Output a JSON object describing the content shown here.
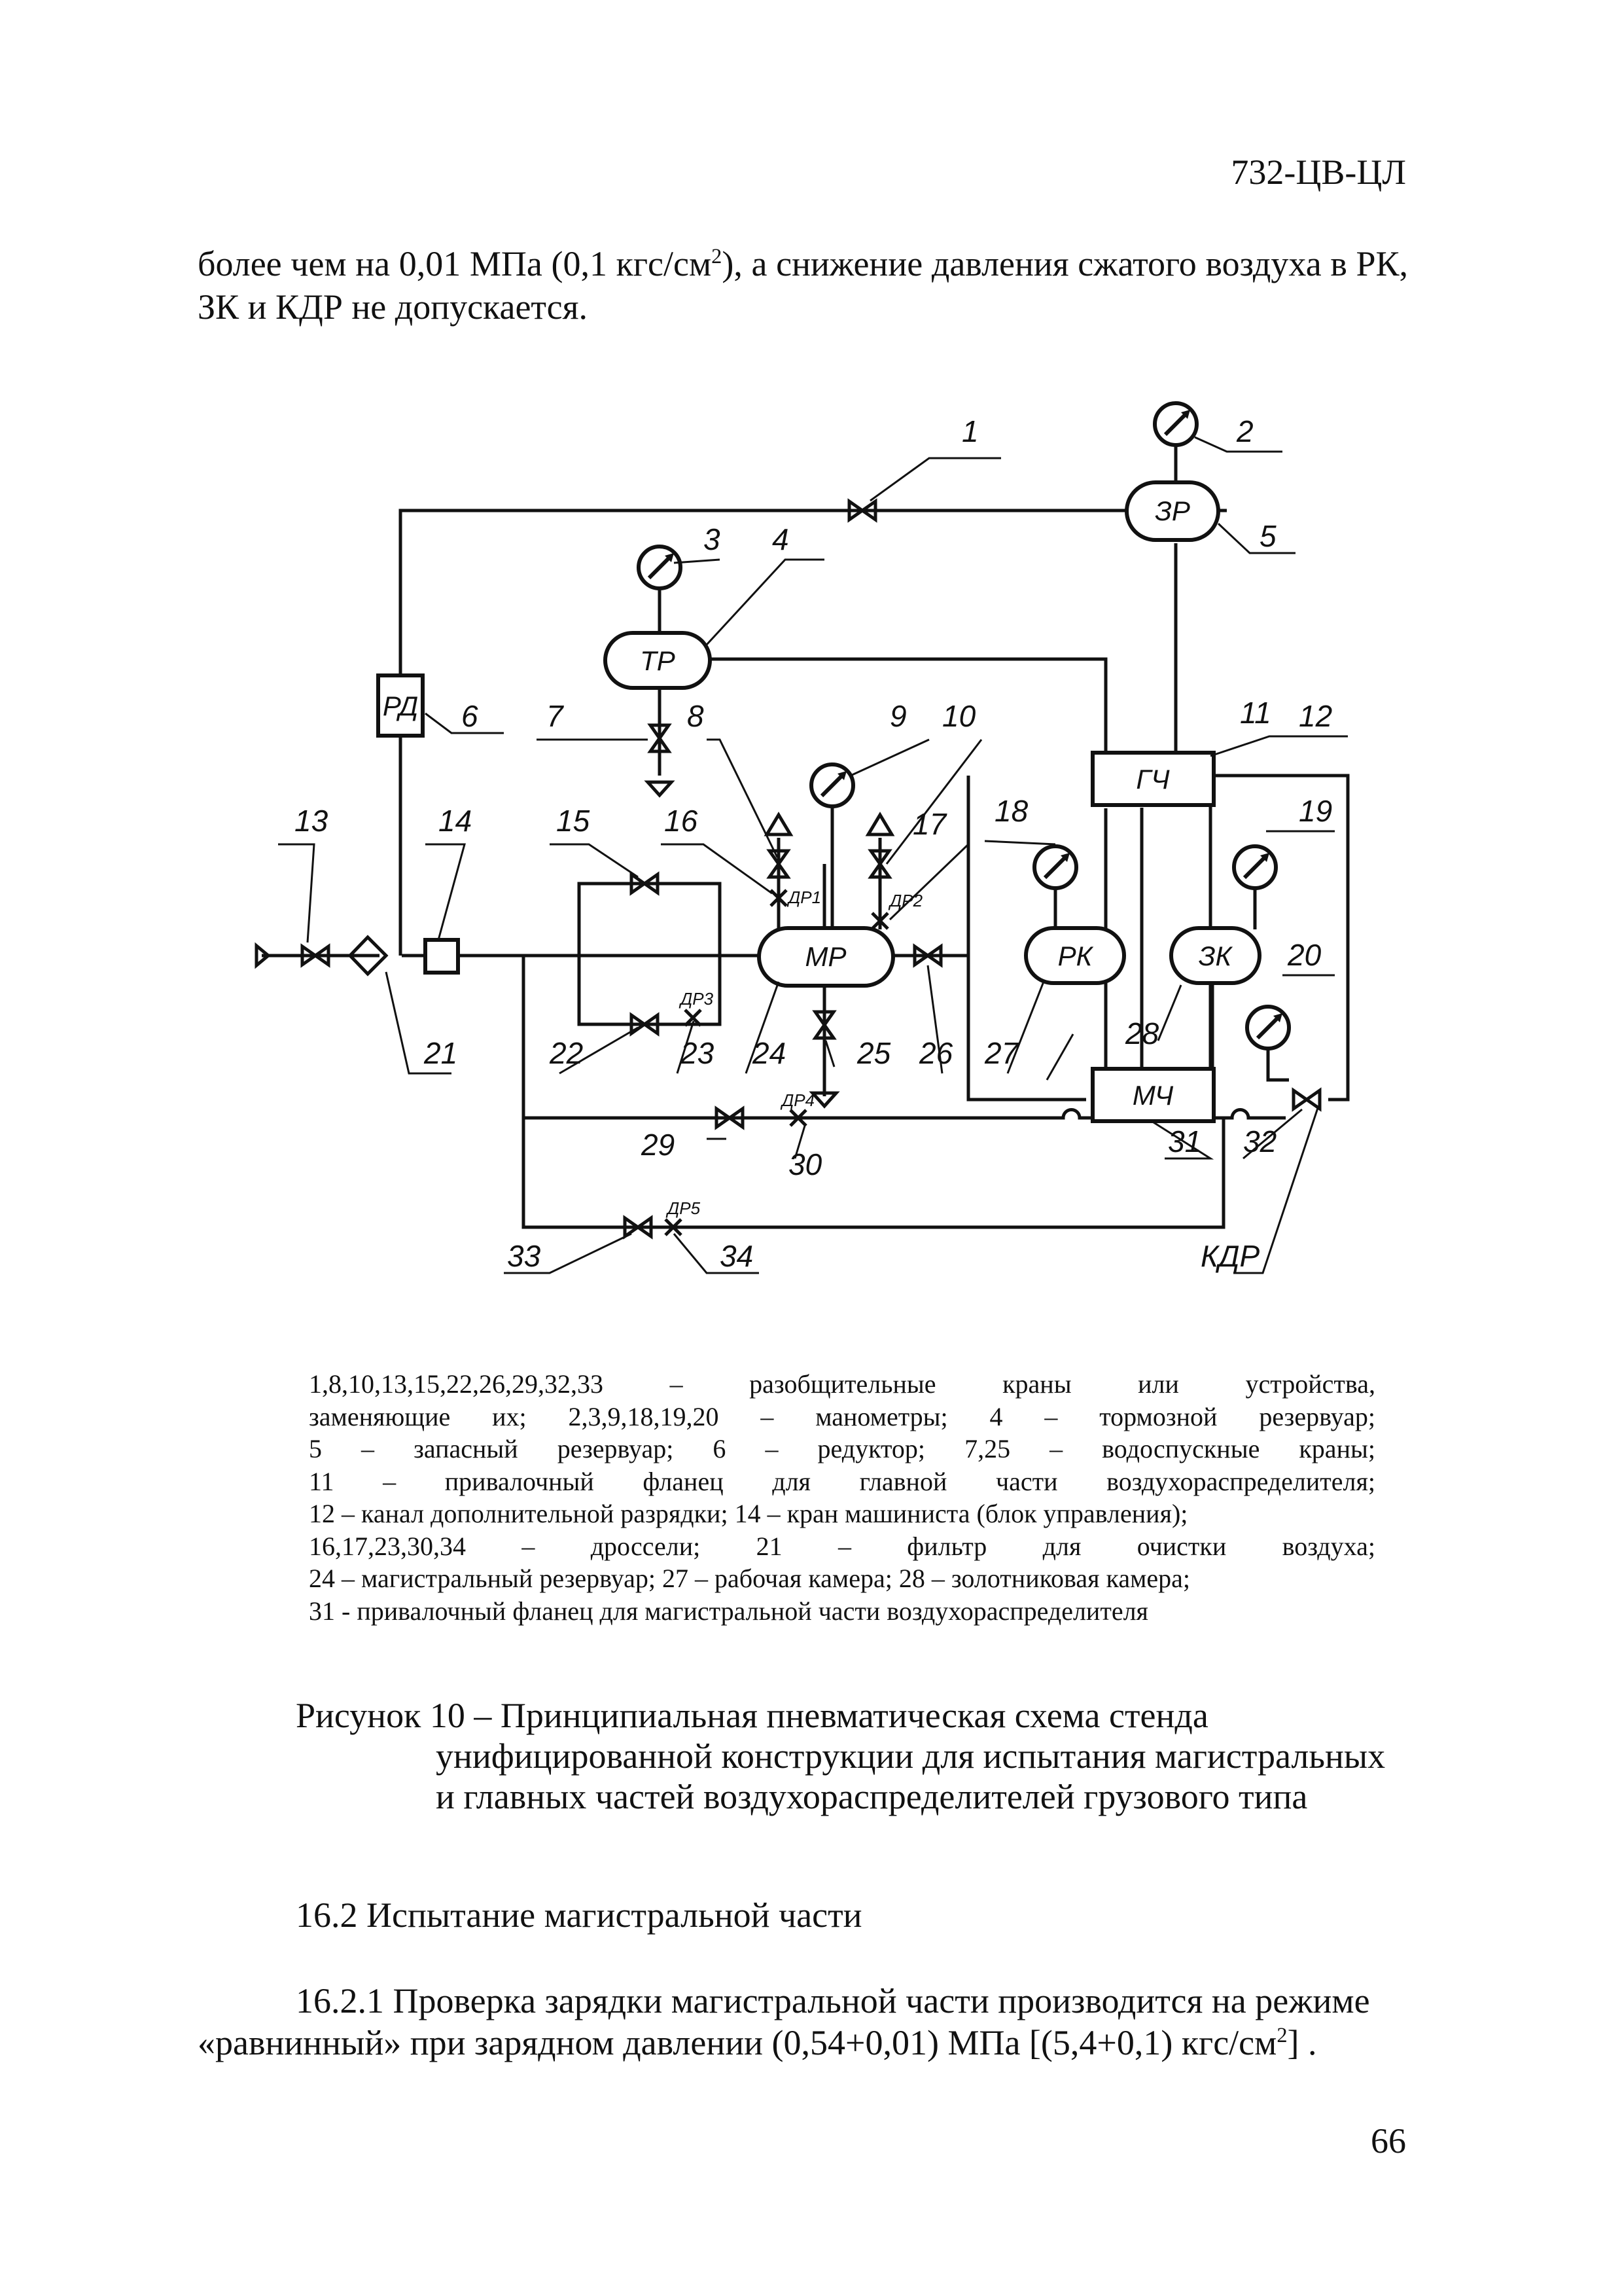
{
  "doc_code": "732-ЦВ-ЦЛ",
  "intro": {
    "part1": "более чем на 0,01 МПа (0,1 кгс/см",
    "sup": "2",
    "part2": "), а снижение давления сжатого воздуха в РК, ЗК и КДР не допускается."
  },
  "diagram": {
    "labels": {
      "l1": "1",
      "l2": "2",
      "l3": "3",
      "l4": "4",
      "l5": "5",
      "l6": "6",
      "l7": "7",
      "l8": "8",
      "l9": "9",
      "l10": "10",
      "l11": "11",
      "l12": "12",
      "l13": "13",
      "l14": "14",
      "l15": "15",
      "l16": "16",
      "l17": "17",
      "l18": "18",
      "l19": "19",
      "l20": "20",
      "l21": "21",
      "l22": "22",
      "l23": "23",
      "l24": "24",
      "l25": "25",
      "l26": "26",
      "l27": "27",
      "l28": "28",
      "l29": "29",
      "l30": "30",
      "l31": "31",
      "l32": "32",
      "l33": "33",
      "l34": "34",
      "kdr": "КДР"
    },
    "units": {
      "zr": "ЗР",
      "tr": "ТР",
      "rd": "РД",
      "mr": "МР",
      "gch": "ГЧ",
      "rk": "РК",
      "zk": "ЗК",
      "mch": "МЧ"
    },
    "chokes": {
      "dr1": "ДР1",
      "dr2": "ДР2",
      "dr3": "ДР3",
      "dr4": "ДР4",
      "dr5": "ДР5"
    }
  },
  "legend": {
    "l1a": "1,8,10,13,15,22,26,29,32,33",
    "l1b": "–",
    "l1c": "разобщительные",
    "l1d": "краны",
    "l1e": "или",
    "l1f": "устройства,",
    "l2a": "заменяющие",
    "l2b": "их;",
    "l2c": "2,3,9,18,19,20",
    "l2d": "–",
    "l2e": "манометры;",
    "l2f": "4",
    "l2g": "–",
    "l2h": "тормозной",
    "l2i": "резервуар;",
    "l3a": "5",
    "l3b": "–",
    "l3c": "запасный",
    "l3d": "резервуар;",
    "l3e": "6",
    "l3f": "–",
    "l3g": "редуктор;",
    "l3h": "7,25",
    "l3i": "–",
    "l3j": "водоспускные",
    "l3k": "краны;",
    "l4a": "11",
    "l4b": "–",
    "l4c": "привалочный",
    "l4d": "фланец",
    "l4e": "для",
    "l4f": "главной",
    "l4g": "части",
    "l4h": "воздухораспределителя;",
    "l5": "12 – канал дополнительной разрядки; 14 – кран машиниста (блок управления);",
    "l6a": "16,17,23,30,34",
    "l6b": "–",
    "l6c": "дроссели;",
    "l6d": "21",
    "l6e": "–",
    "l6f": "фильтр",
    "l6g": "для",
    "l6h": "очистки",
    "l6i": "воздуха;",
    "l7": "24 – магистральный резервуар; 27 – рабочая камера; 28 – золотниковая камера;",
    "l8": "31 - привалочный фланец для магистральной части воздухораспределителя"
  },
  "caption": {
    "line1": "Рисунок 10 – Принципиальная пневматическая схема стенда",
    "line2": "унифицированной конструкции для испытания магистральных",
    "line3": "и главных частей воздухораспределителей грузового типа"
  },
  "section_title": "16.2 Испытание магистральной части",
  "paragraph": {
    "line1": "16.2.1 Проверка зарядки магистральной части производится на режиме",
    "line2a": "«равнинный» при зарядном давлении (0,54+0,01) МПа [(5,4+0,1) кгс/см",
    "sup": "2",
    "line2b": "] ."
  },
  "page_number": "66"
}
